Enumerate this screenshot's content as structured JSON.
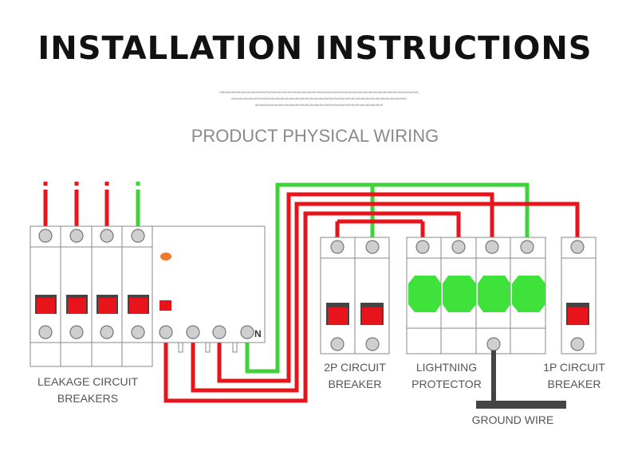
{
  "title": "INSTALLATION INSTRUCTIONS",
  "fine_print": [
    "dfdsafsdfdsfdsdfsfsdfsdfsdfsdfsdfsdfsdfsdfsdfsdfsdfsdfsdfsdfsdfsdfsdfsdfsdfsdfsdfsdfsdfsdfsdfsdfsdfsdfsdfsdfsdfsdfsdfsdfsdfsdf",
    "dfdsafsdfdsfdsdfsfsdfsdfsdfsdfsdfsdfsdfsdfsdfsdfsdfsdfsdfsdfsdfsdfsdfsdfsdfsdfsdfsdfsdfsdfsdfsdfsdfsdfsdfsdfsdf",
    "dfdsafsdfdsfdsdfsfsdfsdfsdfsdfsdfsdfsdfsdfsdfsdfsdfsdfsdfsdfsdfsdfsdfsdfsdfsdfsdf"
  ],
  "subtitle": "PRODUCT PHYSICAL WIRING",
  "labels": {
    "leakage_line1": "LEAKAGE CIRCUIT",
    "leakage_line2": "BREAKERS",
    "breaker2p_line1": "2P CIRCUIT",
    "breaker2p_line2": "BREAKER",
    "lightning_line1": "LIGHTNING",
    "lightning_line2": "PROTECTOR",
    "breaker1p_line1": "1P CIRCUIT",
    "breaker1p_line2": "BREAKER",
    "ground_wire": "GROUND WIRE",
    "neutral_mark": "N"
  },
  "colors": {
    "live_wire": "#e8141c",
    "neutral_wire": "#3fd23a",
    "protector_window": "#3fe23a",
    "ground_wire": "#444444",
    "breaker_toggle": "#e8141c",
    "indicator": "#f07a2a"
  }
}
